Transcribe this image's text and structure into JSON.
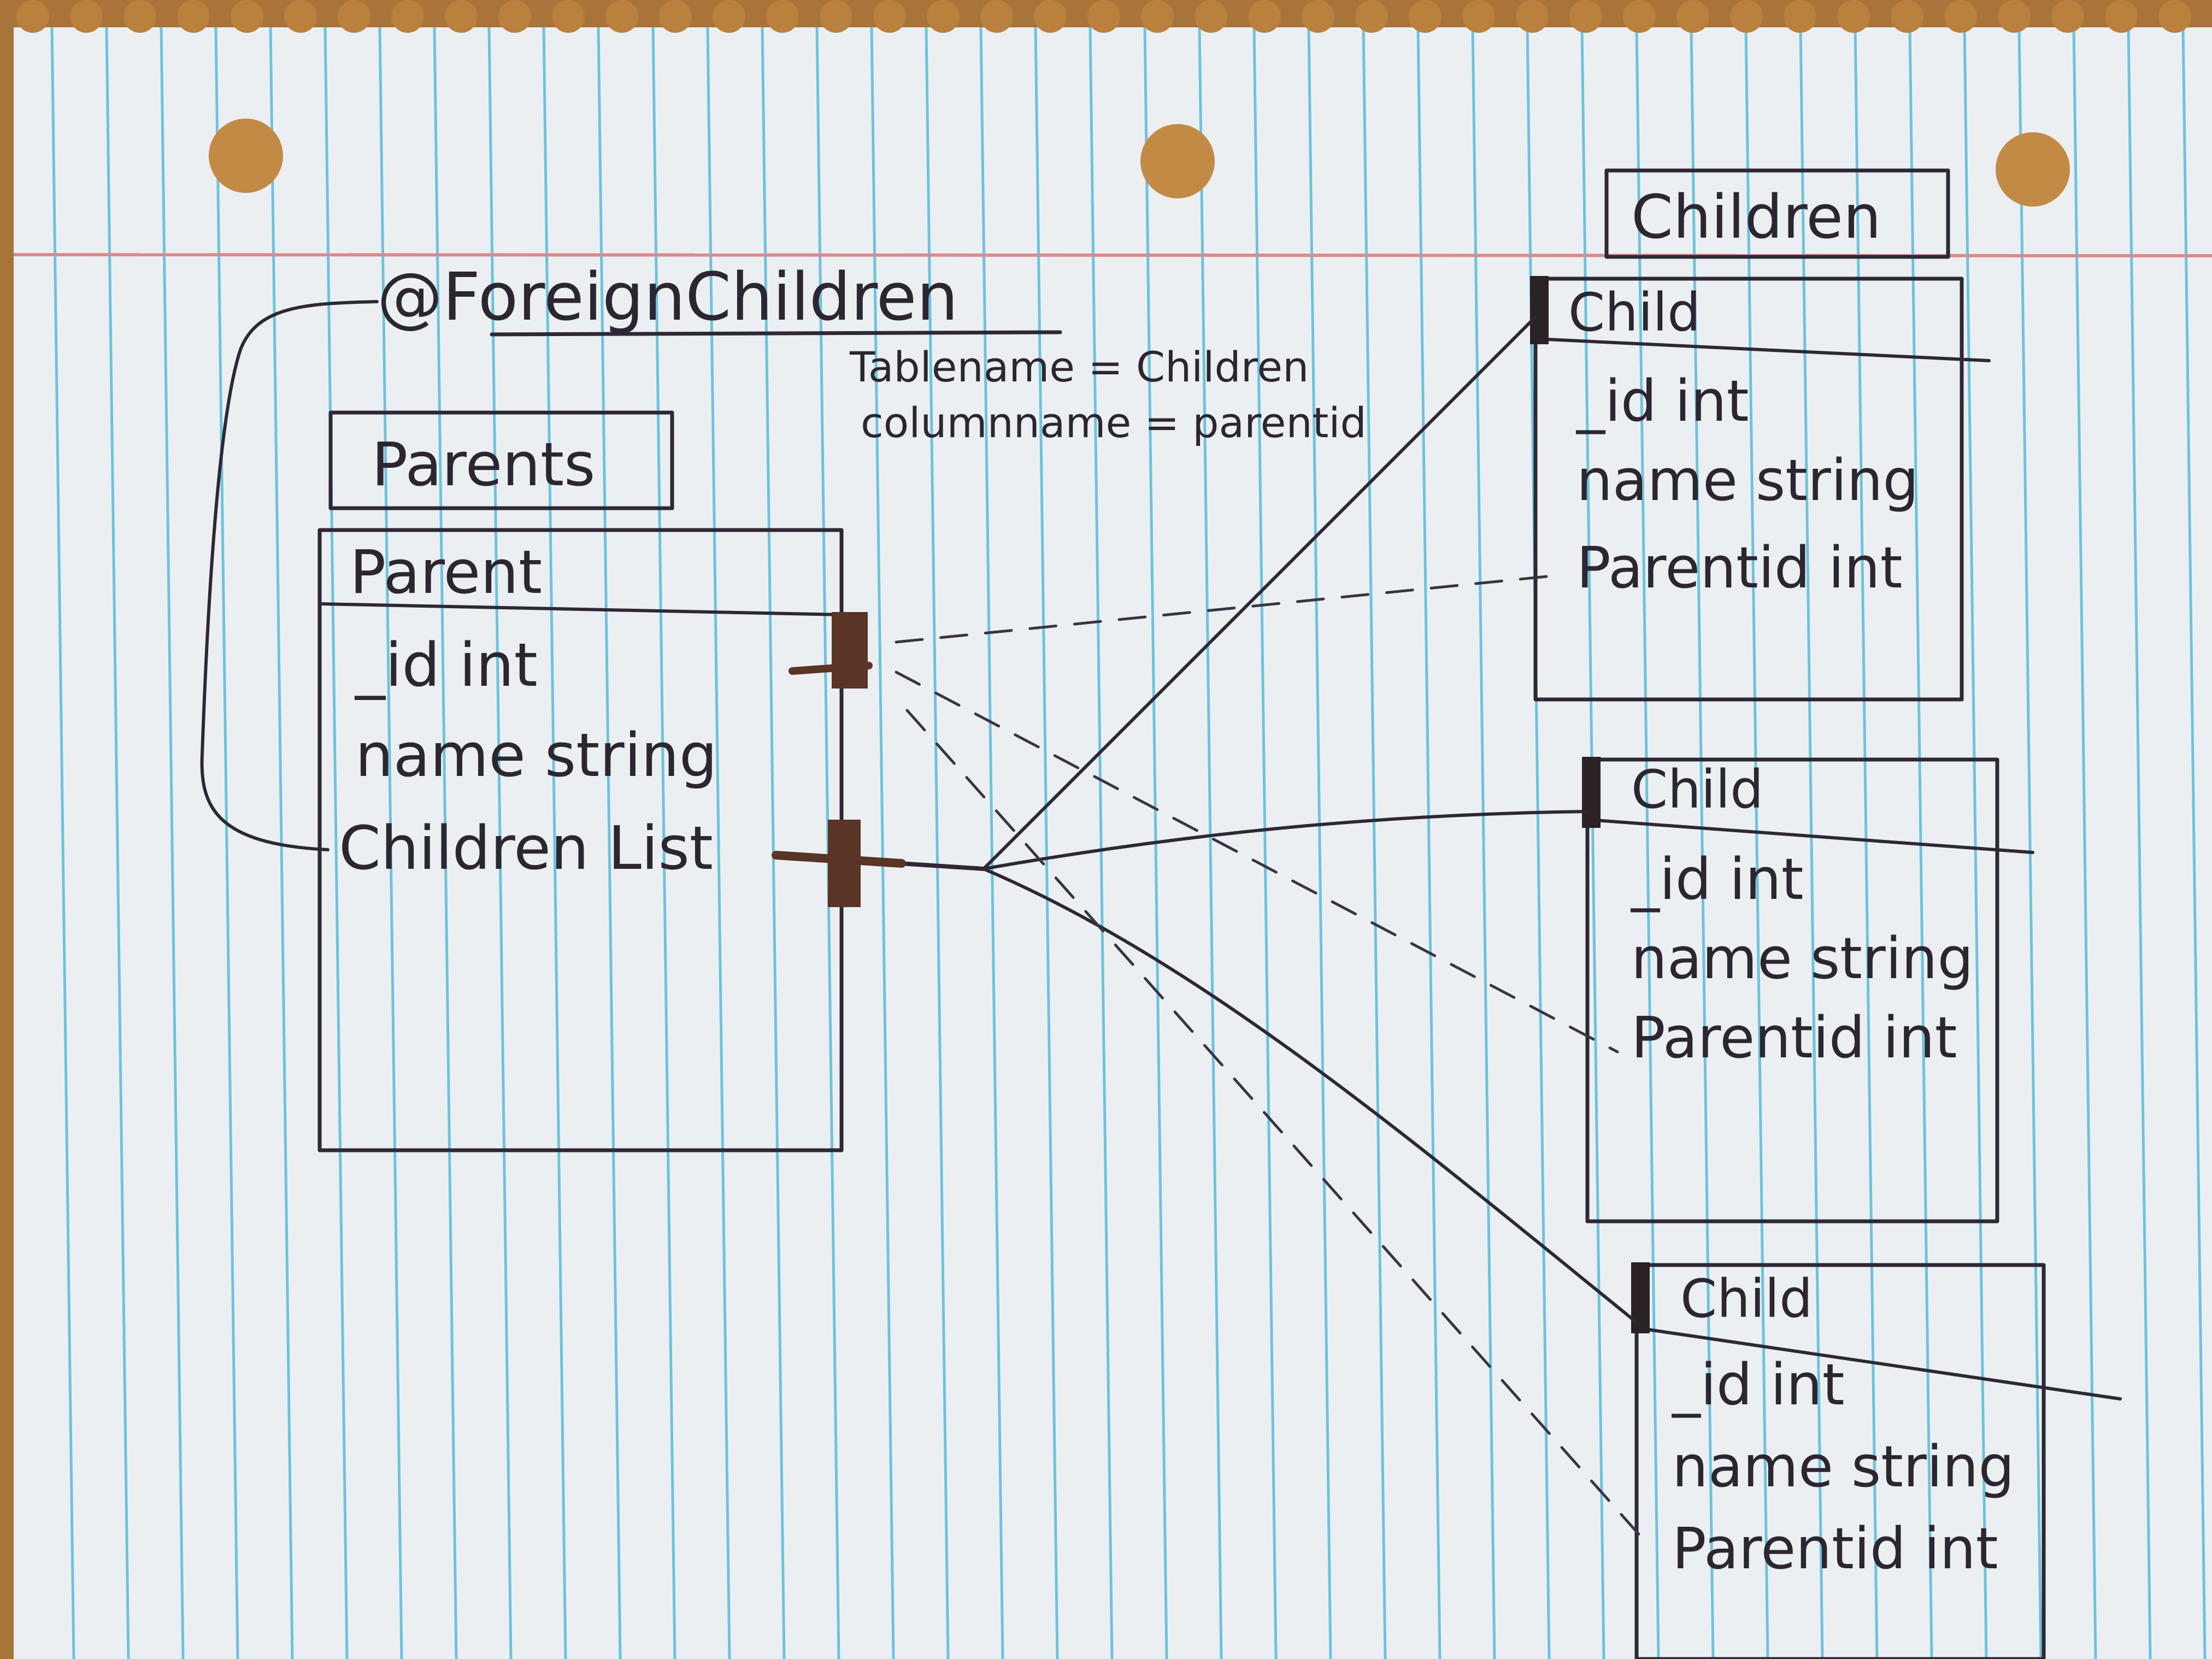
{
  "annotation": {
    "title": "@ForeignChildren",
    "line1": "Tablename = Children",
    "line2": "columnname = parentid"
  },
  "parents_table": {
    "title": "Parents",
    "entity": "Parent",
    "fields": [
      "_id int",
      "name string",
      "Children List"
    ]
  },
  "children_table": {
    "title": "Children",
    "entities": [
      {
        "name": "Child",
        "fields": [
          "_id int",
          "name string",
          "Parentid int"
        ]
      },
      {
        "name": "Child",
        "fields": [
          "_id int",
          "name string",
          "Parentid int"
        ]
      },
      {
        "name": "Child",
        "fields": [
          "_id int",
          "name string",
          "Parentid int"
        ]
      }
    ]
  },
  "colors": {
    "paper": "#eceff2",
    "rule_blue": "#6cc3dd",
    "margin_red": "#d98b8b",
    "ink": "#2e2834",
    "marker": "#5a3424",
    "desk": "#a8743a"
  }
}
